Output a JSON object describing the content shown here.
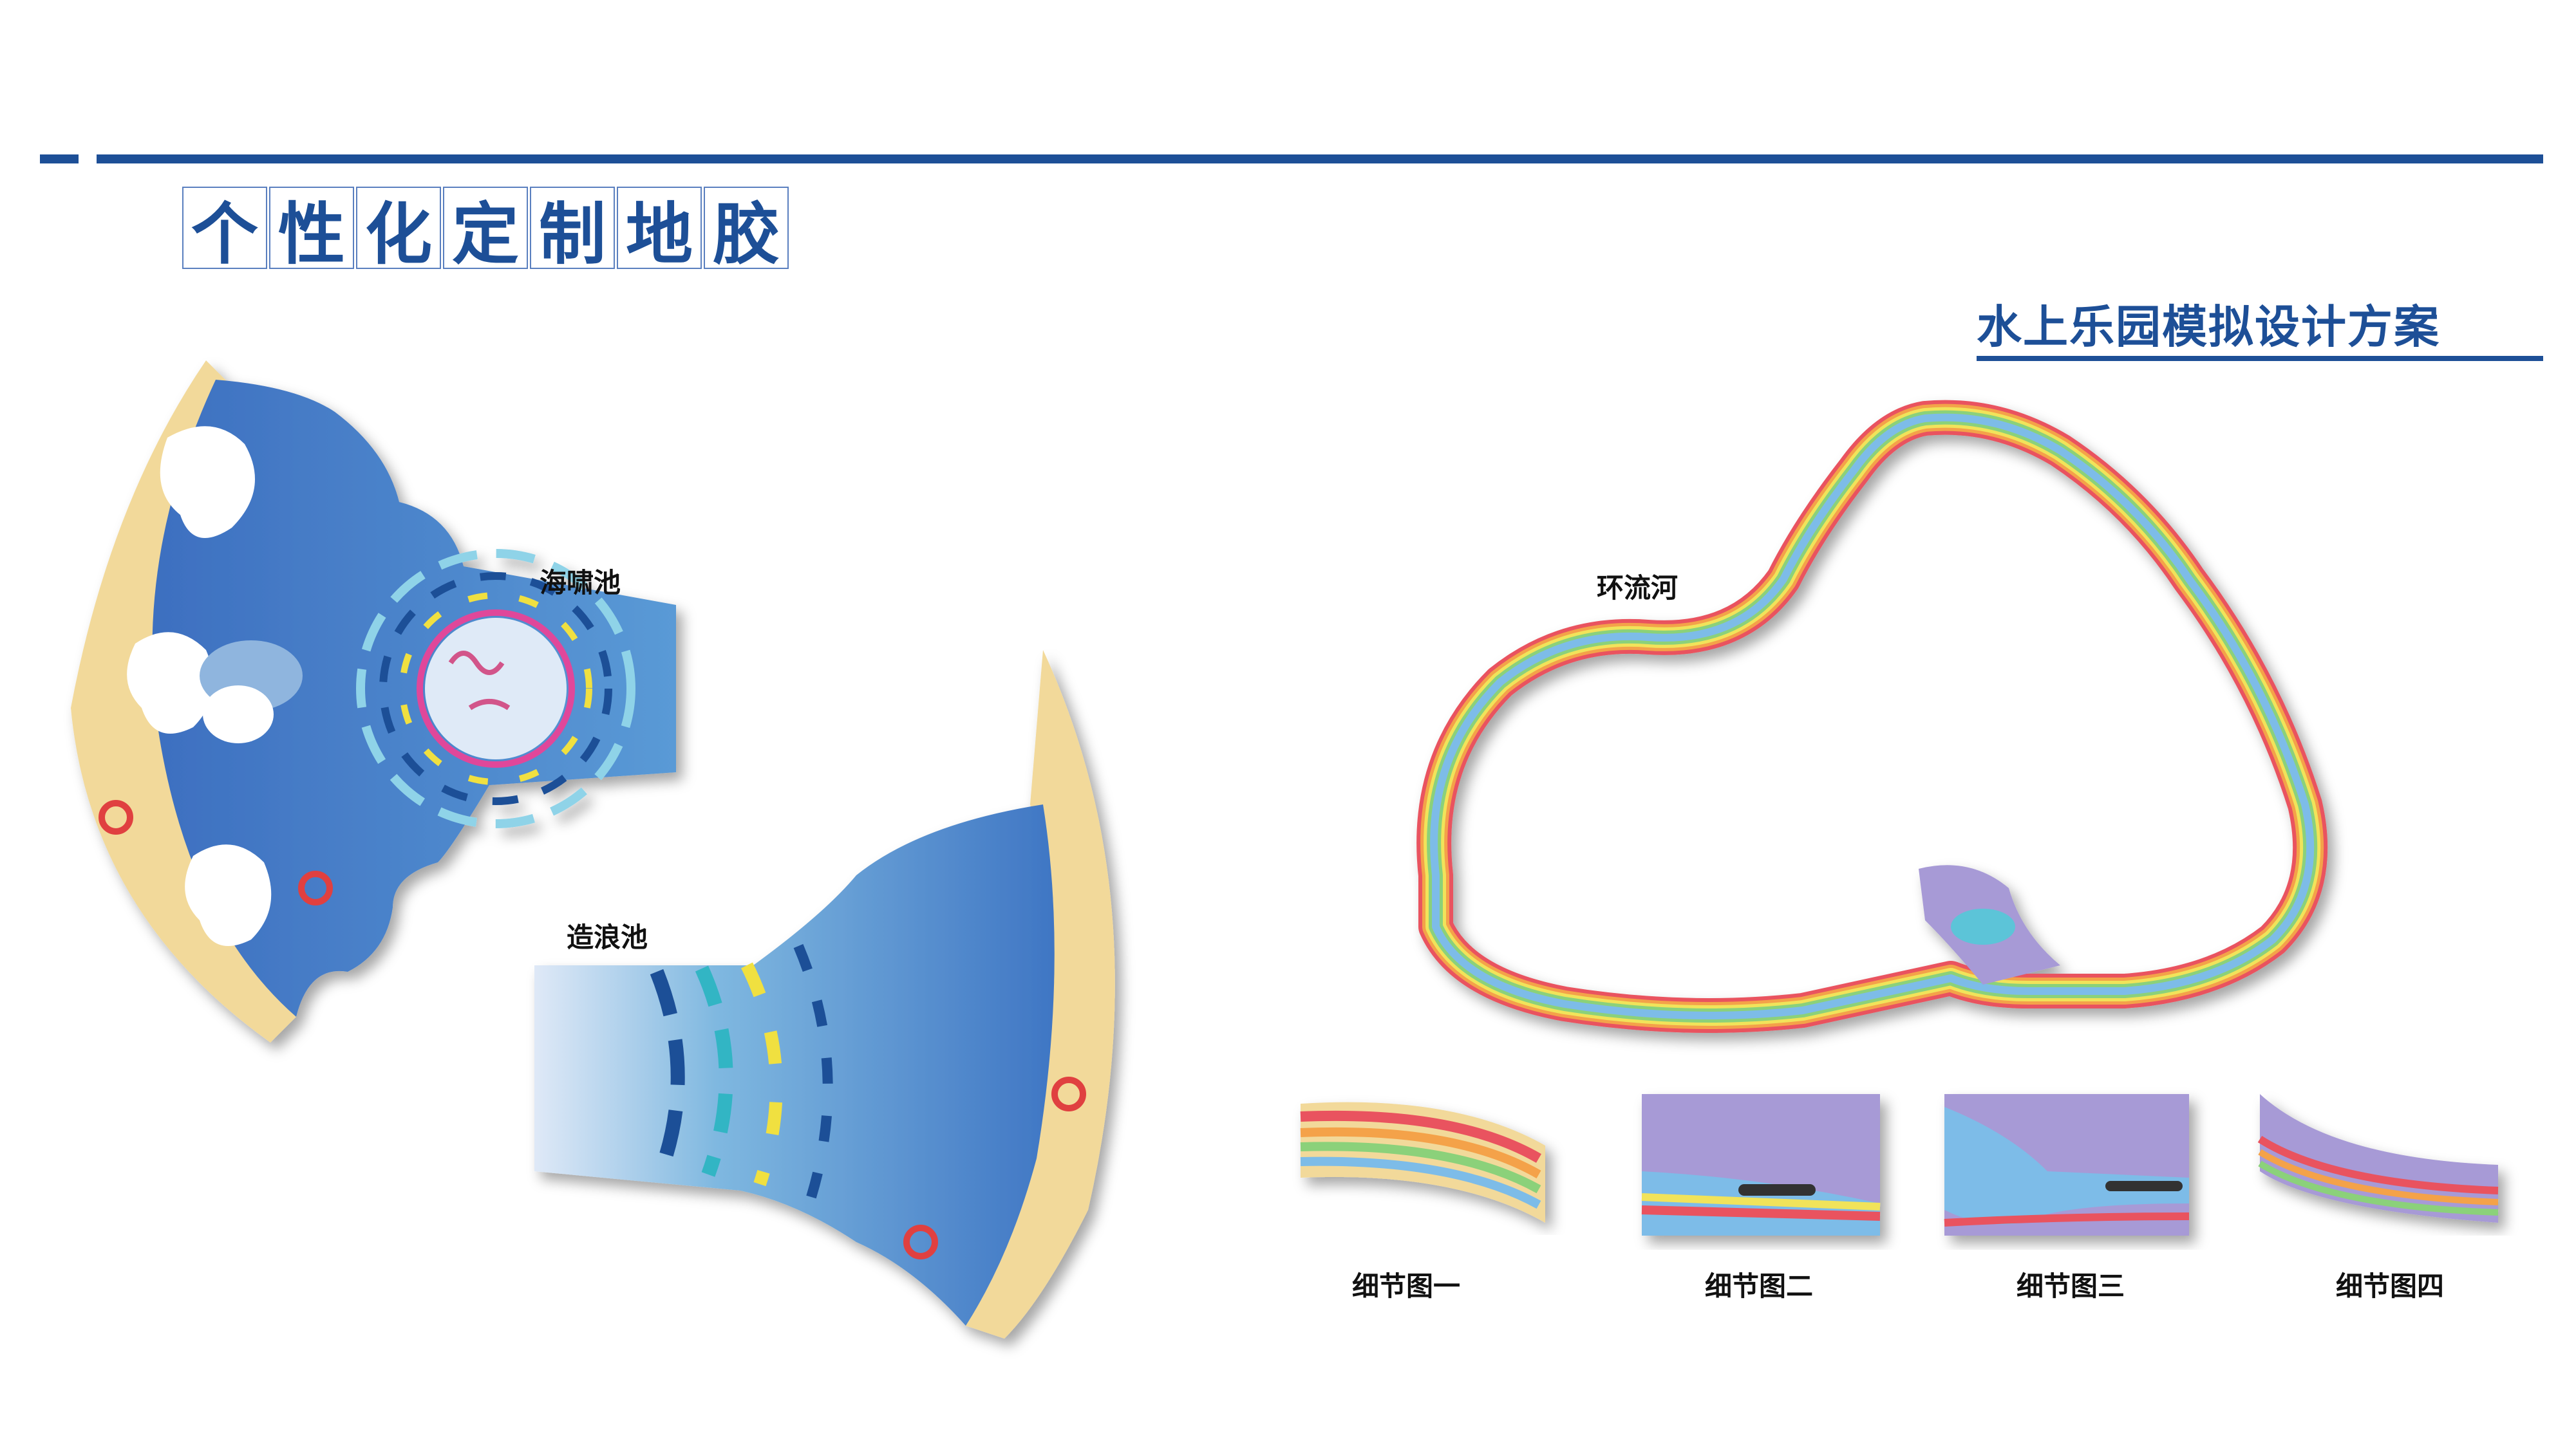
{
  "page": {
    "title_chars": [
      "个",
      "性",
      "化",
      "定",
      "制",
      "地",
      "胶"
    ],
    "subtitle": "水上乐园模拟设计方案"
  },
  "labels": {
    "tsunami_pool": "海啸池",
    "wave_pool": "造浪池",
    "lazy_river": "环流河",
    "detail_1": "细节图一",
    "detail_2": "细节图二",
    "detail_3": "细节图三",
    "detail_4": "细节图四"
  },
  "colors": {
    "accent": "#1d4f97",
    "water": "#4f86c9",
    "sand": "#f2d99a",
    "lavender": "#a79ad6"
  }
}
